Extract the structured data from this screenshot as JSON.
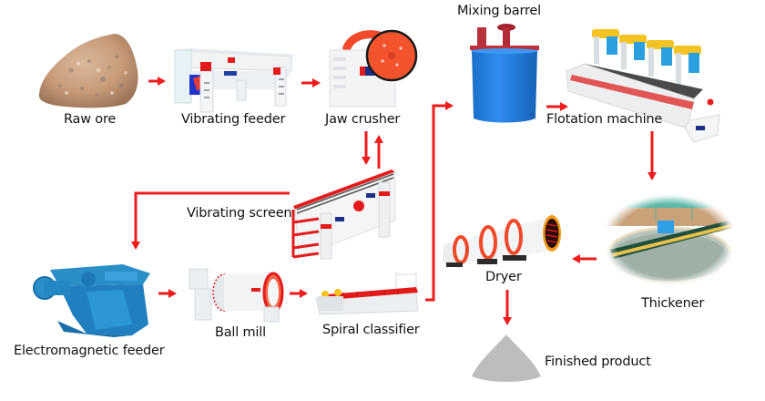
{
  "diagram": {
    "title": "",
    "arrow_color": "#ee1c1c",
    "nodes": [
      {
        "id": "raw-ore",
        "label": "Raw ore",
        "icon": "rock-icon"
      },
      {
        "id": "vibrating-feeder",
        "label": "Vibrating feeder",
        "icon": "vibrating-feeder-icon"
      },
      {
        "id": "jaw-crusher",
        "label": "Jaw crusher",
        "icon": "jaw-crusher-icon"
      },
      {
        "id": "vibrating-screen",
        "label": "Vibrating screen",
        "icon": "vibrating-screen-icon"
      },
      {
        "id": "electromagnetic-feeder",
        "label": "Electromagnetic feeder",
        "icon": "electromagnetic-feeder-icon"
      },
      {
        "id": "ball-mill",
        "label": "Ball mill",
        "icon": "ball-mill-icon"
      },
      {
        "id": "spiral-classifier",
        "label": "Spiral classifier",
        "icon": "spiral-classifier-icon"
      },
      {
        "id": "mixing-barrel",
        "label": "Mixing barrel",
        "icon": "mixing-barrel-icon"
      },
      {
        "id": "flotation-machine",
        "label": "Flotation machine",
        "icon": "flotation-machine-icon"
      },
      {
        "id": "thickener",
        "label": "Thickener",
        "icon": "thickener-icon"
      },
      {
        "id": "dryer",
        "label": "Dryer",
        "icon": "dryer-icon"
      },
      {
        "id": "finished-product",
        "label": "Finished product",
        "icon": "product-pile-icon"
      }
    ],
    "edges": [
      {
        "from": "raw-ore",
        "to": "vibrating-feeder"
      },
      {
        "from": "vibrating-feeder",
        "to": "jaw-crusher"
      },
      {
        "from": "jaw-crusher",
        "to": "vibrating-screen"
      },
      {
        "from": "vibrating-screen",
        "to": "jaw-crusher"
      },
      {
        "from": "vibrating-screen",
        "to": "electromagnetic-feeder"
      },
      {
        "from": "electromagnetic-feeder",
        "to": "ball-mill"
      },
      {
        "from": "ball-mill",
        "to": "spiral-classifier"
      },
      {
        "from": "spiral-classifier",
        "to": "mixing-barrel"
      },
      {
        "from": "mixing-barrel",
        "to": "flotation-machine"
      },
      {
        "from": "flotation-machine",
        "to": "thickener"
      },
      {
        "from": "thickener",
        "to": "dryer"
      },
      {
        "from": "dryer",
        "to": "finished-product"
      }
    ]
  }
}
